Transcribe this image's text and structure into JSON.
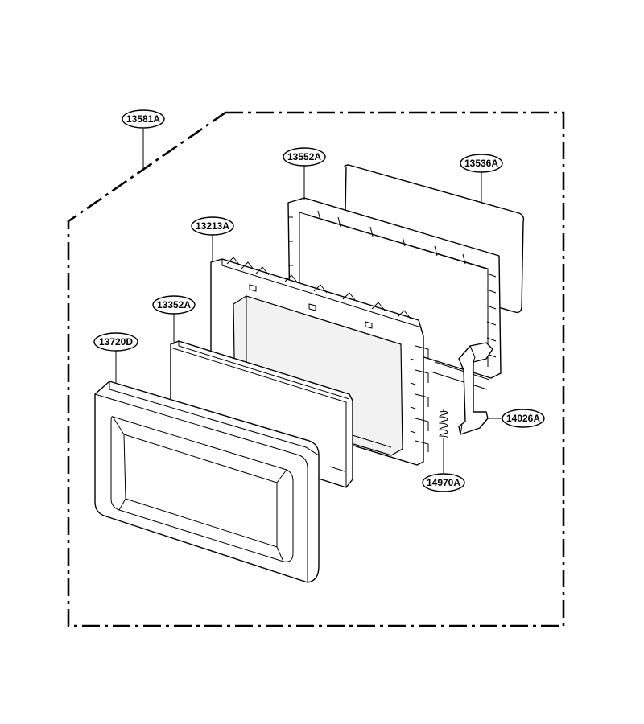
{
  "labels": {
    "assembly": "13581A",
    "choke_frame": "13552A",
    "screen_sheet": "13536A",
    "door_frame": "13213A",
    "door_glass": "13352A",
    "door_front": "13720D",
    "latch_hook": "14026A",
    "latch_spring": "14970A"
  },
  "colors": {
    "line": "#000000",
    "background": "#ffffff"
  }
}
